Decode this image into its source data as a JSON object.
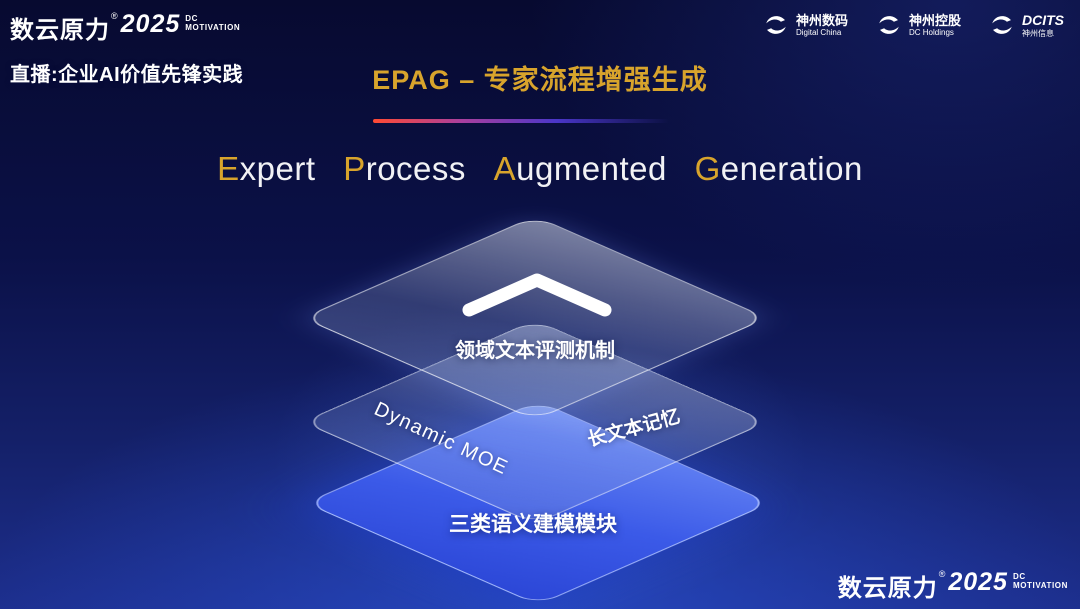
{
  "brand": {
    "name": "数云原力",
    "reg": "®",
    "year": "2025",
    "sub_line1": "DC",
    "sub_line2": "MOTIVATION"
  },
  "header": {
    "live_label": "直播:企业AI价值先锋实践",
    "title": "EPAG – 专家流程增强生成",
    "partners": [
      {
        "name": "神州数码",
        "subtitle": "Digital China"
      },
      {
        "name": "神州控股",
        "subtitle": "DC Holdings"
      },
      {
        "name": "DCITS",
        "subtitle": "神州信息"
      }
    ]
  },
  "main": {
    "english_title": [
      {
        "accent": "E",
        "rest": "xpert"
      },
      {
        "accent": "P",
        "rest": "rocess"
      },
      {
        "accent": "A",
        "rest": "ugmented"
      },
      {
        "accent": "G",
        "rest": "eneration"
      }
    ],
    "diagram": {
      "layer1": {
        "label": "领域文本评测机制"
      },
      "layer2": {
        "label_left": "Dynamic MOE",
        "label_right": "长文本记忆"
      },
      "layer3": {
        "label": "三类语义建模模块"
      }
    }
  },
  "colors": {
    "accent_gold": "#D8A42C",
    "layer_blue": "#3B5AE8",
    "background_navy": "#0B1148",
    "divider_red": "#FF4A33"
  }
}
